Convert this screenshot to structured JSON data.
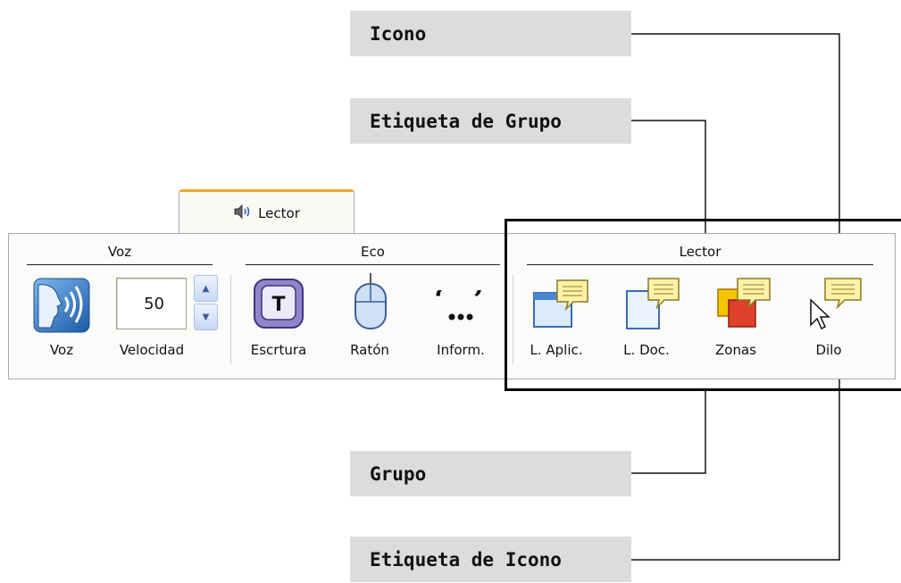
{
  "callouts": {
    "icono": "Icono",
    "etiqueta_grupo": "Etiqueta de Grupo",
    "grupo": "Grupo",
    "etiqueta_icono": "Etiqueta de Icono"
  },
  "tab": {
    "label": "Lector",
    "icon": "speaker-icon"
  },
  "groups": {
    "voz": {
      "label": "Voz",
      "voz_button": "Voz",
      "velocidad_label": "Velocidad",
      "velocidad_value": "50"
    },
    "eco": {
      "label": "Eco",
      "escritura": "Escrtura",
      "raton": "Ratón",
      "inform": "Inform."
    },
    "lector": {
      "label": "Lector",
      "l_aplic": "L. Aplic.",
      "l_doc": "L. Doc.",
      "zonas": "Zonas",
      "dilo": "Dilo"
    }
  },
  "colors": {
    "tab_accent": "#f0a830",
    "callout_bg": "#dcdcdc",
    "voz_icon": "#2a6fb8",
    "zonas_yellow": "#f5c400",
    "zonas_red": "#e0402a"
  }
}
